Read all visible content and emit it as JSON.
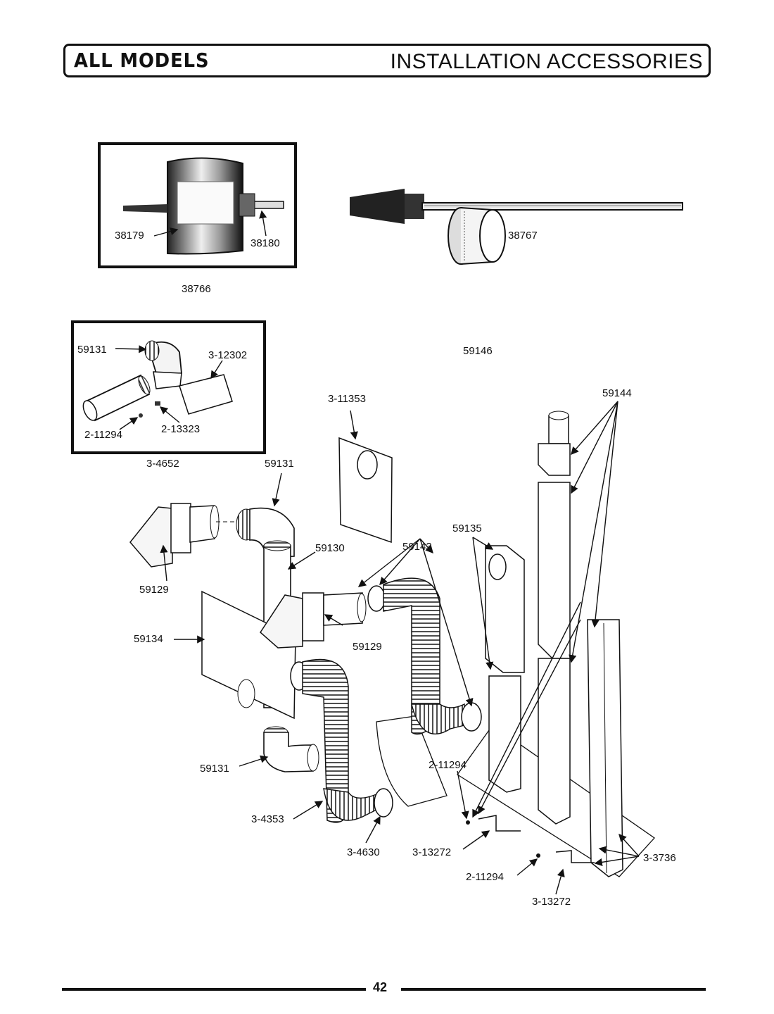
{
  "header": {
    "left_title": "ALL MODELS",
    "right_title": "INSTALLATION ACCESSORIES"
  },
  "parts": {
    "p38179": "38179",
    "p38180": "38180",
    "p38766": "38766",
    "p38767": "38767",
    "p59146": "59146",
    "p59131_kit": "59131",
    "p3_12302": "3-12302",
    "p2_11294_kit": "2-11294",
    "p2_13323": "2-13323",
    "p3_4652": "3-4652",
    "p3_11353": "3-11353",
    "p59144": "59144",
    "p59131_top": "59131",
    "p59130": "59130",
    "p59129_left": "59129",
    "p59135": "59135",
    "p59143": "59143",
    "p59134": "59134",
    "p59129_mid": "59129",
    "p59131_bottom": "59131",
    "p2_11294_a": "2-11294",
    "p3_4353": "3-4353",
    "p3_4630": "3-4630",
    "p3_13272_a": "3-13272",
    "p3_3736": "3-3736",
    "p2_11294_b": "2-11294",
    "p3_13272_b": "3-13272"
  },
  "footer": {
    "page_number": "42"
  }
}
